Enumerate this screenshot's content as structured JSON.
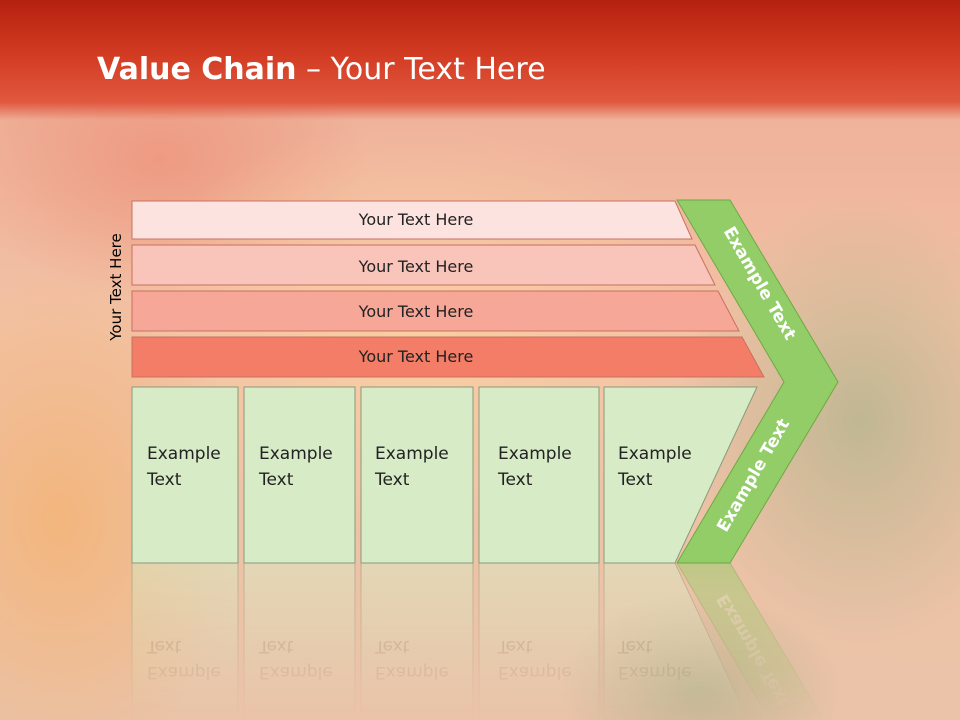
{
  "slide": {
    "title_bold": "Value Chain",
    "title_rest": " – Your Text Here",
    "side_label": "Your Text Here"
  },
  "bars": [
    {
      "label": "Your Text Here",
      "color": "#fce3df"
    },
    {
      "label": "Your Text Here",
      "color": "#f9c4b9"
    },
    {
      "label": "Your Text Here",
      "color": "#f6a797"
    },
    {
      "label": "Your Text Here",
      "color": "#f47d67"
    }
  ],
  "boxes": [
    {
      "line1": "Example",
      "line2": "Text"
    },
    {
      "line1": "Example",
      "line2": "Text"
    },
    {
      "line1": "Example",
      "line2": "Text"
    },
    {
      "line1": "Example",
      "line2": "Text"
    },
    {
      "line1": "Example",
      "line2": "Text"
    }
  ],
  "chevron": {
    "upper_label": "Example Text",
    "lower_label": "Example Text",
    "color": "#92cd68"
  },
  "colors": {
    "box_fill": "#d7ebc6",
    "header": "#c32b16"
  }
}
